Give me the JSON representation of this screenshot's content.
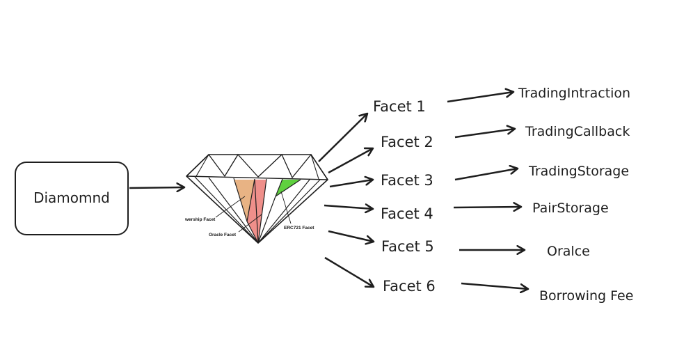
{
  "diagram": {
    "source_label": "Diamomnd",
    "facet_labels_inside": {
      "ownership": "wership Facet",
      "oracle": "Oracle Facet",
      "erc721": "ERC721 Facet"
    },
    "facets": [
      {
        "label": "Facet 1",
        "target": "TradingIntraction"
      },
      {
        "label": "Facet 2",
        "target": "TradingCallback"
      },
      {
        "label": "Facet 3",
        "target": "TradingStorage"
      },
      {
        "label": "Facet 4",
        "target": "PairStorage"
      },
      {
        "label": "Facet 5",
        "target": "Oralce"
      },
      {
        "label": "Facet 6",
        "target": "Borrowing Fee"
      }
    ],
    "colors": {
      "stroke": "#1e1e1e",
      "ownership_fill": "#e8b384",
      "oracle_fill": "#ef8f8a",
      "erc721_fill": "#5fd03f"
    }
  }
}
